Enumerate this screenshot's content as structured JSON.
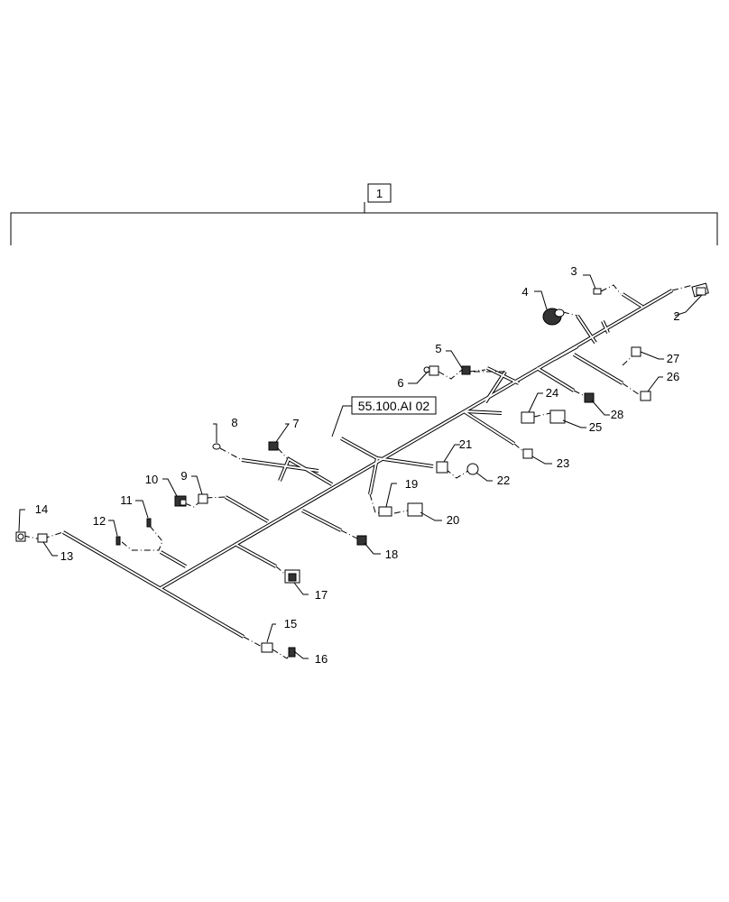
{
  "assembly_callout": "1",
  "reference_label": "55.100.AI 02",
  "callouts": [
    "2",
    "3",
    "4",
    "5",
    "6",
    "7",
    "8",
    "9",
    "10",
    "11",
    "12",
    "13",
    "14",
    "15",
    "16",
    "17",
    "18",
    "19",
    "20",
    "21",
    "22",
    "23",
    "24",
    "25",
    "26",
    "27",
    "28"
  ]
}
